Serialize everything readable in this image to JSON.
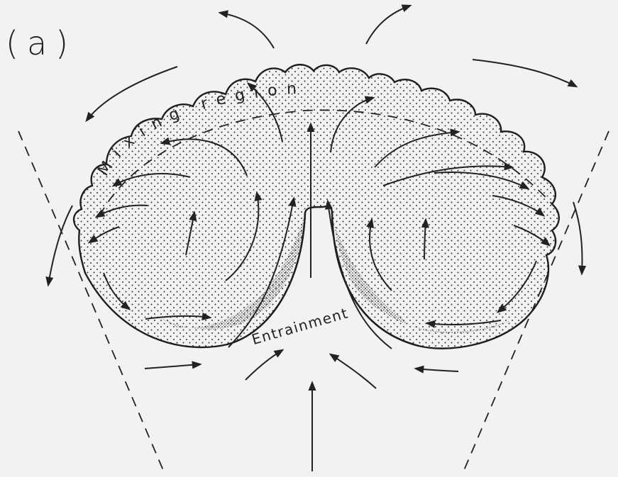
{
  "figure": {
    "panel_label": "(a)",
    "mixing_label": "Mixing region",
    "entrainment_label": "Entrainment"
  },
  "colors": {
    "background": "#f2f2f0",
    "ink": "#222222",
    "stipple": "#333333"
  }
}
